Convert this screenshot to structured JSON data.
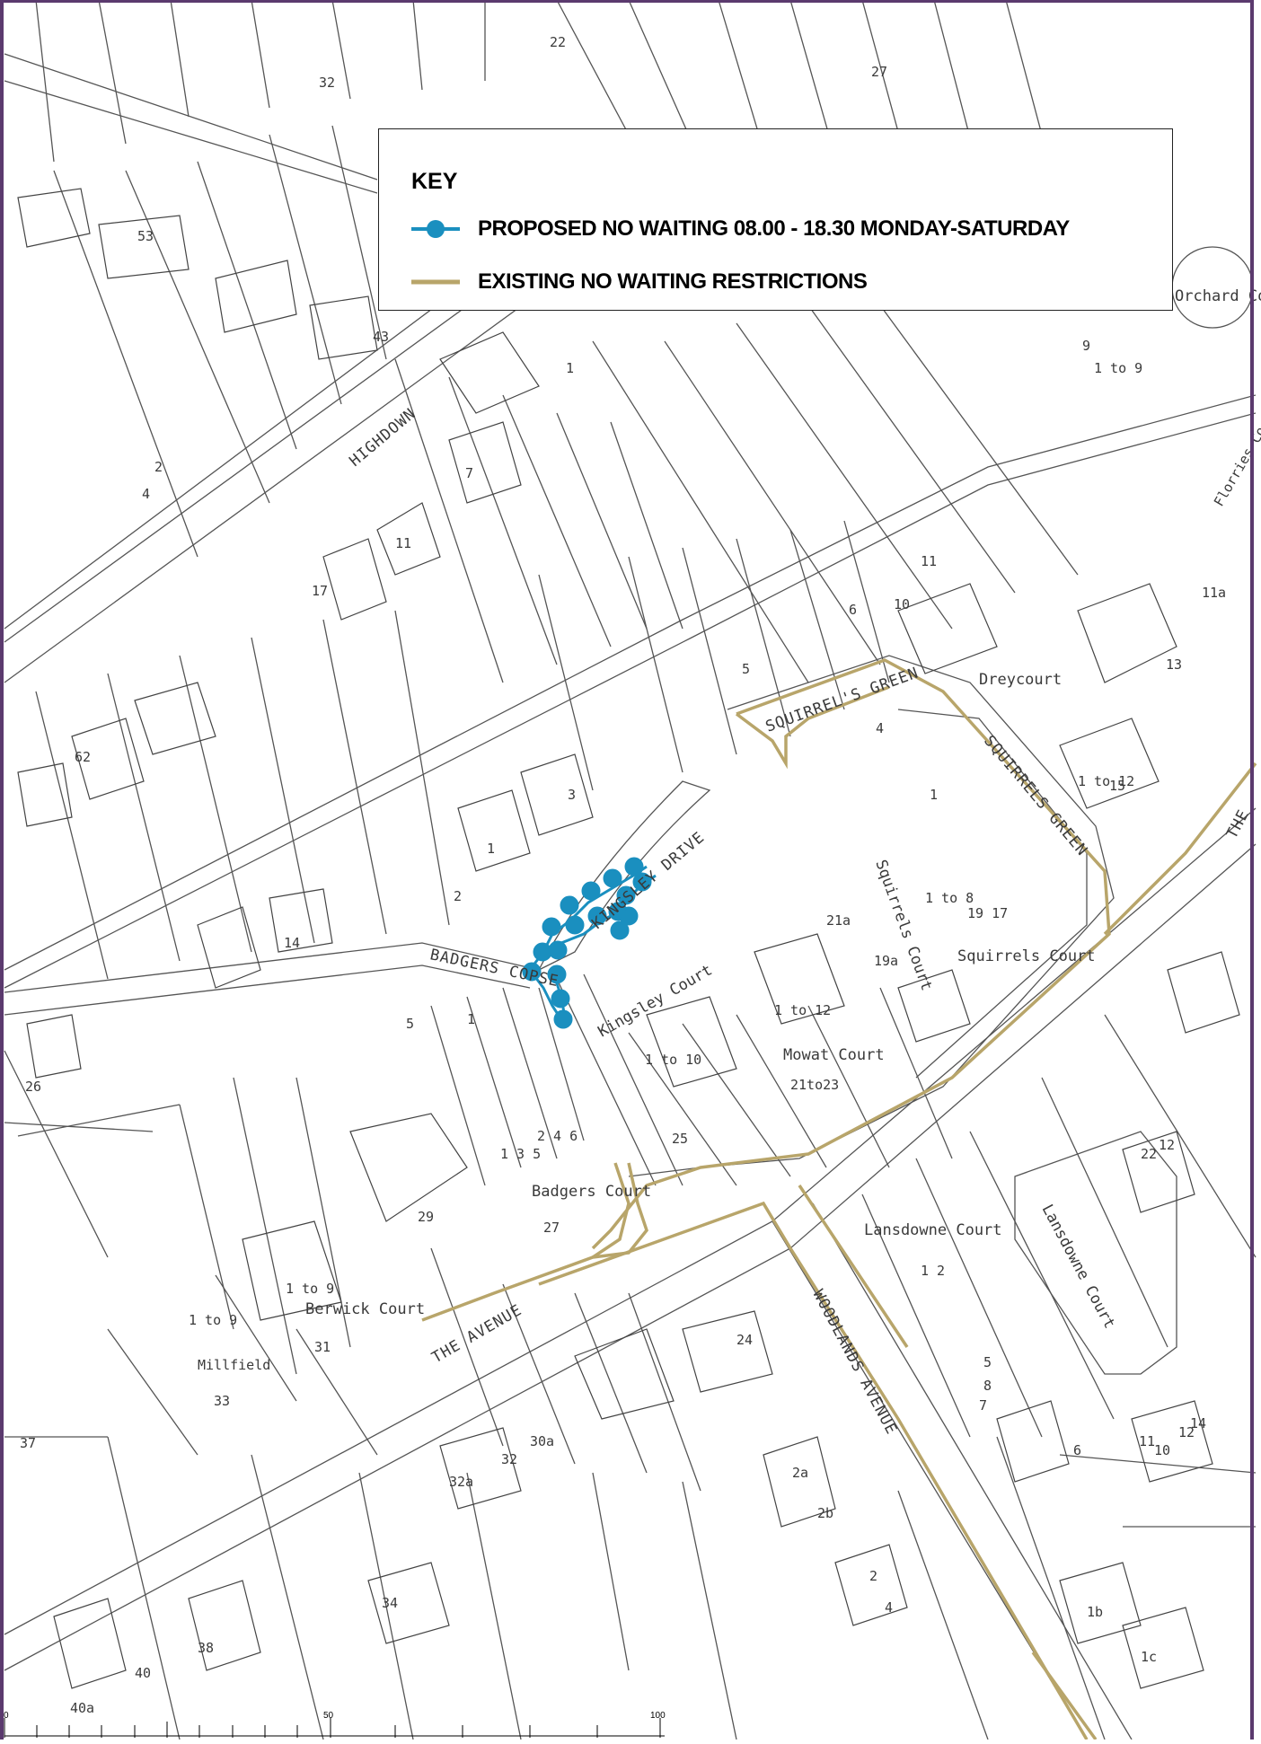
{
  "key": {
    "title": "KEY",
    "items": [
      {
        "label": "PROPOSED NO WAITING 08.00 - 18.30 MONDAY-SATURDAY",
        "color": "#1a8fbf",
        "style": "line-with-dots"
      },
      {
        "label": "EXISTING NO WAITING RESTRICTIONS",
        "color": "#b8a56a",
        "style": "line"
      }
    ]
  },
  "roads": {
    "highdown": "HIGHDOWN",
    "squirrels_green_top": "SQUIRREL'S GREEN",
    "squirrels_green_side": "SQUIRRELS GREEN",
    "kingsley_drive": "KINGSLEY DRIVE",
    "badgers_copse": "BADGERS COPSE",
    "the_avenue": "THE AVENUE",
    "woodlands_avenue": "WOODLANDS AVENUE",
    "the_edge": "THE"
  },
  "places": {
    "orchard_court": "Orchard Court",
    "dreycourt": "Dreycourt",
    "squirrels_court_a": "Squirrels Court",
    "squirrels_court_b": "Squirrels Court",
    "kingsley_court": "Kingsley Court",
    "mowat_court": "Mowat Court",
    "badgers_court": "Badgers Court",
    "berwick_court": "Berwick Court",
    "millfield": "Millfield",
    "lansdowne_court_a": "Lansdowne Court",
    "lansdowne_court_b": "Lansdowne Court",
    "florries": "Florries Co"
  },
  "plot_numbers": [
    "32",
    "22",
    "27",
    "53",
    "43",
    "1",
    "9",
    "1 to 9",
    "4",
    "2",
    "7",
    "11",
    "17",
    "11",
    "10",
    "6",
    "5",
    "4",
    "1",
    "13",
    "15",
    "1 to 12",
    "11a",
    "62",
    "3",
    "1",
    "2",
    "14",
    "26",
    "1 to 8",
    "19 17",
    "21a",
    "19a",
    "1 to 12",
    "21to23",
    "1 to 10",
    "25",
    "5",
    "1",
    "2 4 6",
    "1 3 5",
    "27",
    "29",
    "1 to 9",
    "31",
    "33",
    "37",
    "32",
    "30a",
    "32a",
    "24",
    "34",
    "38",
    "40",
    "40a",
    "2a",
    "2b",
    "2",
    "4",
    "5",
    "7",
    "8",
    "6",
    "10",
    "11",
    "12",
    "14",
    "1b",
    "1c",
    "22",
    "12",
    "1 2",
    "1 to 9"
  ],
  "scale": {
    "ticks": [
      "0",
      "50",
      "100"
    ]
  },
  "colors": {
    "proposed": "#1a8fbf",
    "existing": "#b8a56a",
    "linework": "#4a4a4a",
    "frame": "#5b3a6e"
  }
}
